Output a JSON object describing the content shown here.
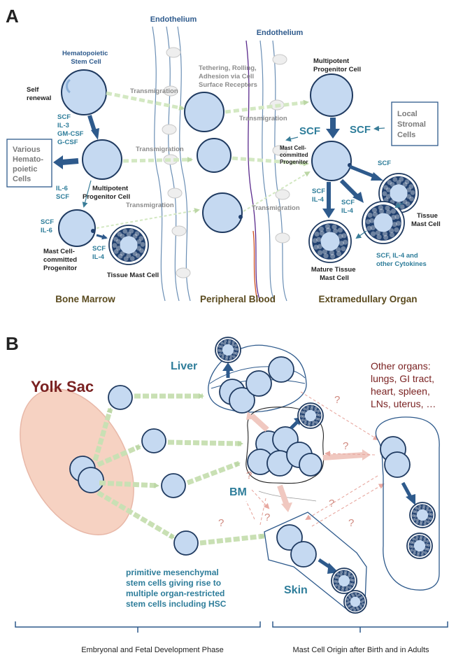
{
  "panel_a": {
    "letter": "A",
    "endothelium_left": "Endothelium",
    "endothelium_right": "Endothelium",
    "hsc_label": [
      "Hematopoietic",
      "Stem Cell"
    ],
    "self_renewal": [
      "Self",
      "renewal"
    ],
    "scf_factors": [
      "SCF",
      "IL-3",
      "GM-CSF",
      "G-CSF"
    ],
    "various_cells": [
      "Various",
      "Hemato-",
      "poietic",
      "Cells"
    ],
    "il6_scf": [
      "IL-6",
      "SCF"
    ],
    "multipotent_bm": [
      "Multipotent",
      "Progenitor Cell"
    ],
    "scf_il6_left": [
      "SCF",
      "IL-6"
    ],
    "mc_committed_bm": [
      "Mast Cell-",
      "committed",
      "Progenitor"
    ],
    "scf_il4_bm": [
      "SCF",
      "IL-4"
    ],
    "tissue_mast_bm": "Tissue Mast Cell",
    "transmigration": "Transmigration",
    "tethering": [
      "Tethering, Rolling,",
      "Adhesion via Cell",
      "Surface Receptors"
    ],
    "multipotent_org": [
      "Multipotent",
      "Progenitor Cell"
    ],
    "scf_big": "SCF",
    "scf_big_right": "SCF",
    "local_stromal": [
      "Local",
      "Stromal",
      "Cells"
    ],
    "mc_committed_org": [
      "Mast Cell-",
      "committed",
      "Progenitor"
    ],
    "scf_right": "SCF",
    "scf_il4_org1": [
      "SCF",
      "IL-4"
    ],
    "scf_il4_org2": [
      "SCF",
      "IL-4"
    ],
    "tissue_mast_org": [
      "Tissue",
      "Mast Cell"
    ],
    "mature_tissue": [
      "Mature Tissue",
      "Mast Cell"
    ],
    "cytokines": [
      "SCF, IL-4 and",
      "other Cytokines"
    ],
    "col_bone_marrow": "Bone Marrow",
    "col_peripheral": "Peripheral Blood",
    "col_extramedullary": "Extramedullary Organ"
  },
  "panel_b": {
    "letter": "B",
    "liver": "Liver",
    "yolk_sac": "Yolk Sac",
    "other_organs": [
      "Other organs:",
      "lungs, GI tract,",
      "heart, spleen,",
      "LNs, uterus, …"
    ],
    "bm": "BM",
    "skin": "Skin",
    "question": "?",
    "primitive": [
      "primitive mesenchymal",
      "stem cells giving rise to",
      "multiple organ-restricted",
      "stem cells including HSC"
    ],
    "phase_embryonal": "Embryonal and Fetal Development Phase",
    "phase_adult": "Mast Cell Origin after Birth and in Adults"
  },
  "colors": {
    "cell_fill": "#c5d9f1",
    "cell_stroke": "#1f3a60",
    "dark_blue": "#2e5a8c",
    "granule": "#1f3f6e",
    "teal_text": "#2e7d9a",
    "gray_text": "#8c8c8c",
    "olive_text": "#5a4a1e",
    "green_arrow": "#d3e8c2",
    "yolk_fill": "#f6d2c2",
    "maroon": "#7a2222",
    "pink_arrow": "#e8a8a0"
  }
}
